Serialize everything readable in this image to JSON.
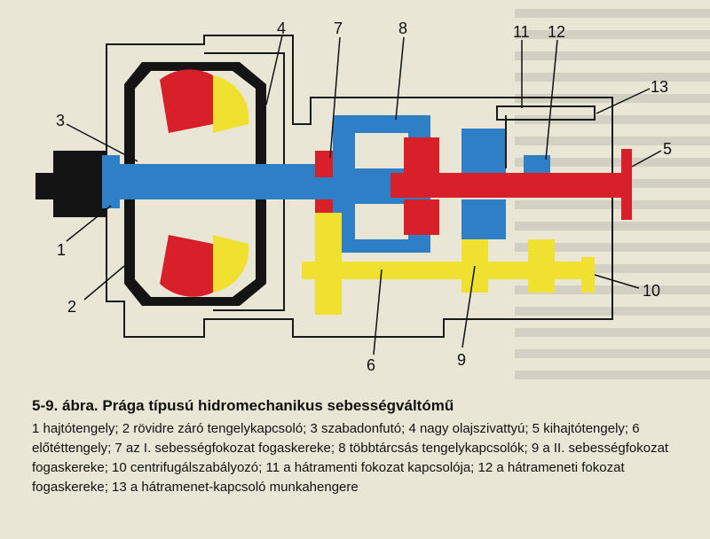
{
  "figure": {
    "labels": [
      "1",
      "2",
      "3",
      "4",
      "5",
      "6",
      "7",
      "8",
      "9",
      "10",
      "11",
      "12",
      "13"
    ],
    "caption_title": "5-9. ábra. Prága típusú hidromechanikus sebességváltómű",
    "caption_text": "1 hajtótengely; 2 rövidre záró tengelykapcsoló; 3 szabadonfutó; 4 nagy olajszivattyú; 5 kihajtótengely; 6 előtéttengely; 7 az I. sebességfokozat fogaskereke; 8 többtárcsás tengelykapcsolók; 9 a II. sebességfokozat fogaskereke; 10 centrifugálszabályozó; 11 a hátramenti fokozat kapcsolója; 12 a hátrameneti fokozat fogaskereke; 13 a hátramenet-kapcsoló munkahengere"
  },
  "colors": {
    "red": "#d8202a",
    "blue": "#2f7fc6",
    "yellow": "#f0e030",
    "black": "#141414",
    "paper": "#e9e6d6"
  }
}
